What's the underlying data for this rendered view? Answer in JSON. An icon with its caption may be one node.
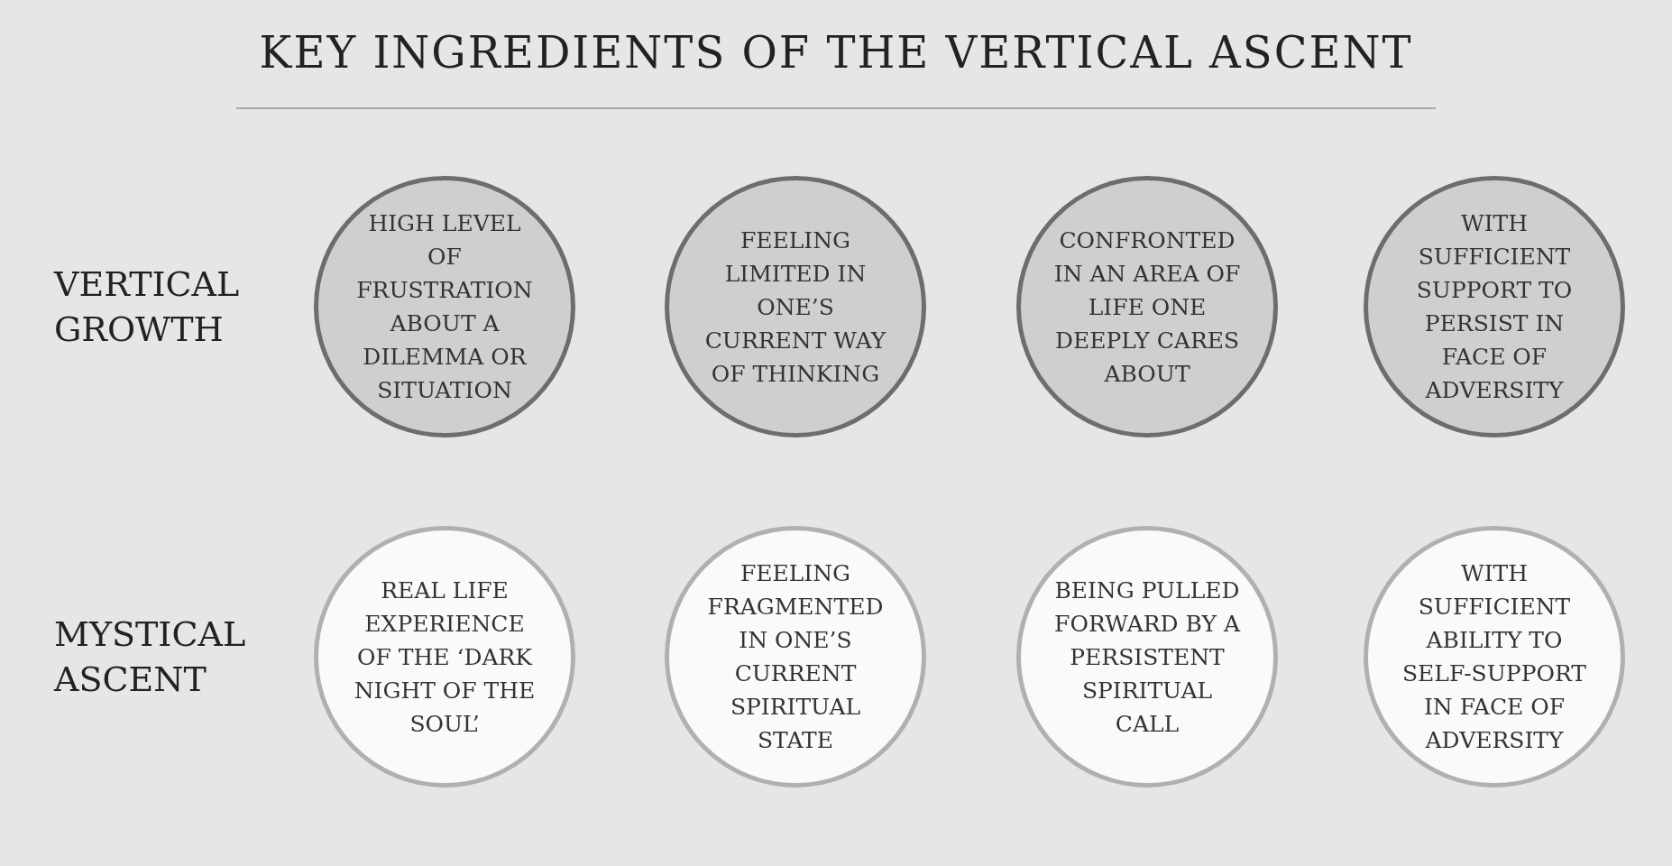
{
  "diagram": {
    "title": "KEY INGREDIENTS OF THE VERTICAL ASCENT",
    "nodes": [
      {
        "text": [
          "HIGH LEVEL OF FRUSTRATION ABOUT A DILEMMA OR SITUATION"
        ]
      },
      {
        "text": [
          "FEELING LIMITED IN ONE’S CURRENT WAY OF THINKING"
        ]
      },
      {
        "text": [
          "CONFRONTED IN AN AREA OF LIFE ONE DEEPLY CARES ABOUT"
        ]
      },
      {
        "text": [
          "WITH SUFFICIENT SUPPORT TO PERSIST IN FACE OF ADVERSITY"
        ]
      },
      {
        "text": [
          "REAL LIFE EXPERIENCE OF THE ‘DARK NIGHT OF THE SOUL’"
        ]
      },
      {
        "text": [
          "FEELING FRAGMENTED IN ONE’S CURRENT SPIRITUAL STATE"
        ]
      },
      {
        "text": [
          "BEING PULLED FORWARD BY A PERSISTENT SPIRITUAL CALL"
        ]
      },
      {
        "text": [
          "WITH SUFFICIENT ABILITY TO SELF-SUPPORT IN FACE OF ADVERSITY"
        ]
      }
    ],
    "labels": [
      "VERTICAL GROWTH",
      "MYSTICAL ASCENT"
    ]
  }
}
